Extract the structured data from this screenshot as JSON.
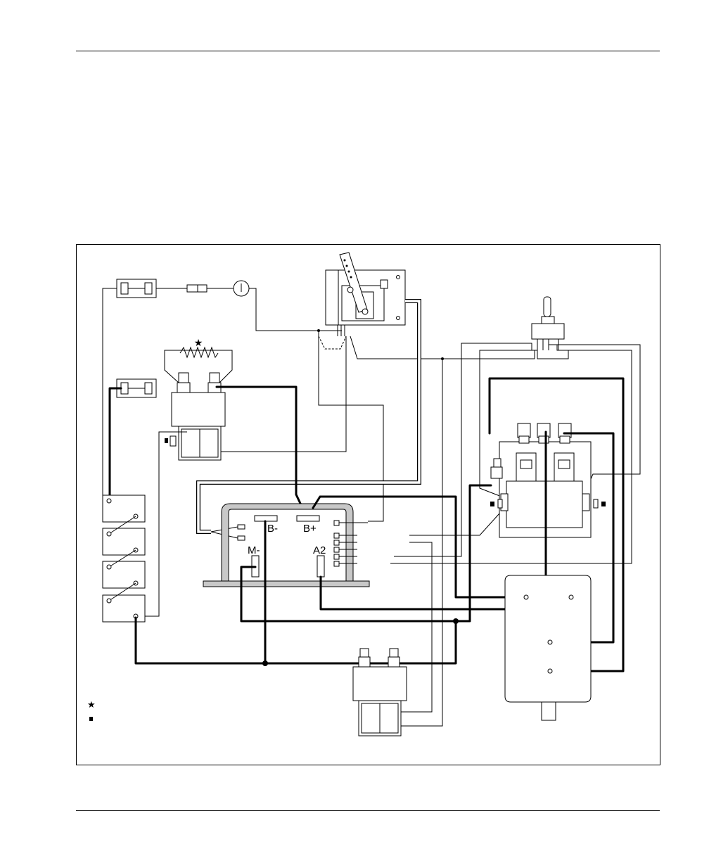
{
  "diagram": {
    "labels": {
      "b_minus": "B-",
      "b_plus": "B+",
      "m_minus": "M-",
      "a2": "A2"
    },
    "legend": {
      "star_symbol": "★",
      "square_symbol": "■"
    }
  }
}
